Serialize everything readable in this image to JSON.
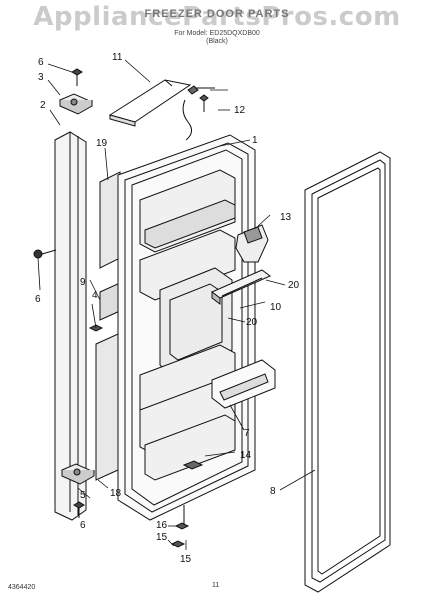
{
  "watermark": "AppliancePartsPros.com",
  "header": {
    "title": "FREEZER DOOR PARTS",
    "subtitle": "For Model: ED25DQXDB00",
    "variant": "(Black)"
  },
  "callouts": [
    "1",
    "2",
    "3",
    "4",
    "5",
    "6",
    "6",
    "6",
    "7",
    "8",
    "9",
    "10",
    "11",
    "12",
    "13",
    "14",
    "15",
    "15",
    "16",
    "18",
    "19",
    "20",
    "20"
  ],
  "footer": {
    "code": "4364420",
    "page": "11"
  }
}
